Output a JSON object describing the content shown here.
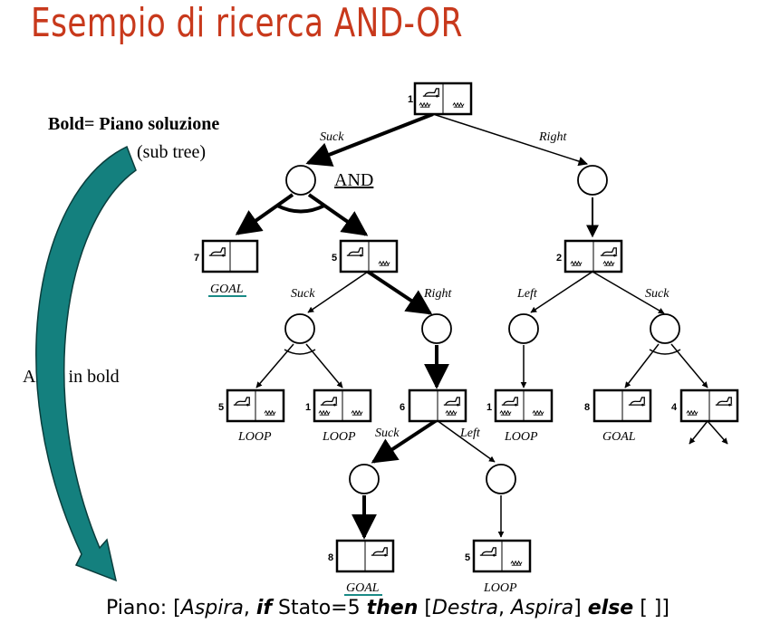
{
  "slide": {
    "title": "Esempio di ricerca AND-OR"
  },
  "legend": {
    "bold_text": "Bold= Piano soluzione",
    "sub_text": "(sub tree)",
    "and_text": "AND",
    "archi_text": "Archi in bold"
  },
  "plan": {
    "prefix": "Piano: [",
    "aspira1": "Aspira",
    "comma": ", ",
    "if_kw": "if",
    "cond": " Stato=5 ",
    "then_kw": "then",
    "open": " [",
    "destra": "Destra",
    "sep": ", ",
    "aspira2": "Aspira",
    "close": "] ",
    "else_kw": "else",
    "tail": " [ ]]"
  },
  "diagram": {
    "edge_labels": {
      "root_left": "Suck",
      "root_right": "Right",
      "n5_left": "Suck",
      "n5_right": "Right",
      "n2_left": "Left",
      "n2_right": "Suck",
      "n6_left": "Suck",
      "n6_right": "Left"
    },
    "state_numbers": {
      "root": "1",
      "n7": "7",
      "n5": "5",
      "n2": "2",
      "l5": "5",
      "l1": "1",
      "n6": "6",
      "r1": "1",
      "r8": "8",
      "r4": "4",
      "b8": "8",
      "b5": "5"
    },
    "leaf_labels": {
      "goal_7": "GOAL",
      "loop_5": "LOOP",
      "loop_1": "LOOP",
      "loop_r1": "LOOP",
      "goal_r8": "GOAL",
      "goal_b8": "GOAL",
      "loop_b5": "LOOP"
    },
    "colors": {
      "title": "#c8391c",
      "arrow_fill": "#14807e",
      "arrow_edge": "#0a3d3c",
      "goal_underline": "#1a8a86"
    }
  }
}
